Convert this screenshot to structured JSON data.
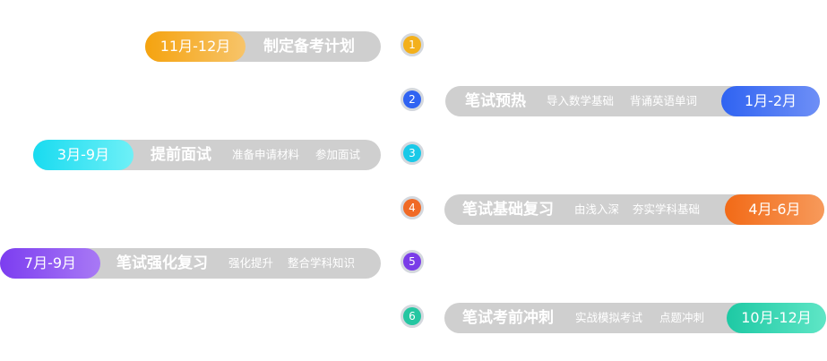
{
  "colors": {
    "bar_bg": "#cfcfcf",
    "text": "#ffffff"
  },
  "stages": [
    {
      "step": "1",
      "period": "11月-12月",
      "title": "制定备考计划",
      "subs": [],
      "side": "left",
      "pill_gradient": [
        "#f5a30f",
        "#f7c46a"
      ],
      "node_color": "#f3b01c"
    },
    {
      "step": "2",
      "period": "1月-2月",
      "title": "笔试预热",
      "subs": [
        "导入数学基础",
        "背诵英语单词"
      ],
      "side": "right",
      "pill_gradient": [
        "#2f63f2",
        "#6e8ff6"
      ],
      "node_color": "#2f63f2"
    },
    {
      "step": "3",
      "period": "3月-9月",
      "title": "提前面试",
      "subs": [
        "准备申请材料",
        "参加面试"
      ],
      "side": "left",
      "pill_gradient": [
        "#19dbf0",
        "#6ef0f7"
      ],
      "node_color": "#19c9e8"
    },
    {
      "step": "4",
      "period": "4月-6月",
      "title": "笔试基础复习",
      "subs": [
        "由浅入深",
        "夯实学科基础"
      ],
      "side": "right",
      "pill_gradient": [
        "#f26a17",
        "#f79a5b"
      ],
      "node_color": "#f06a26"
    },
    {
      "step": "5",
      "period": "7月-9月",
      "title": "笔试强化复习",
      "subs": [
        "强化提升",
        "整合学科知识"
      ],
      "side": "left",
      "pill_gradient": [
        "#7c3df0",
        "#a879f5"
      ],
      "node_color": "#7a3de8"
    },
    {
      "step": "6",
      "period": "10月-12月",
      "title": "笔试考前冲刺",
      "subs": [
        "实战模拟考试",
        "点题冲刺"
      ],
      "side": "right",
      "pill_gradient": [
        "#1ec9a4",
        "#5fe6c6"
      ],
      "node_color": "#24c6a1"
    }
  ]
}
